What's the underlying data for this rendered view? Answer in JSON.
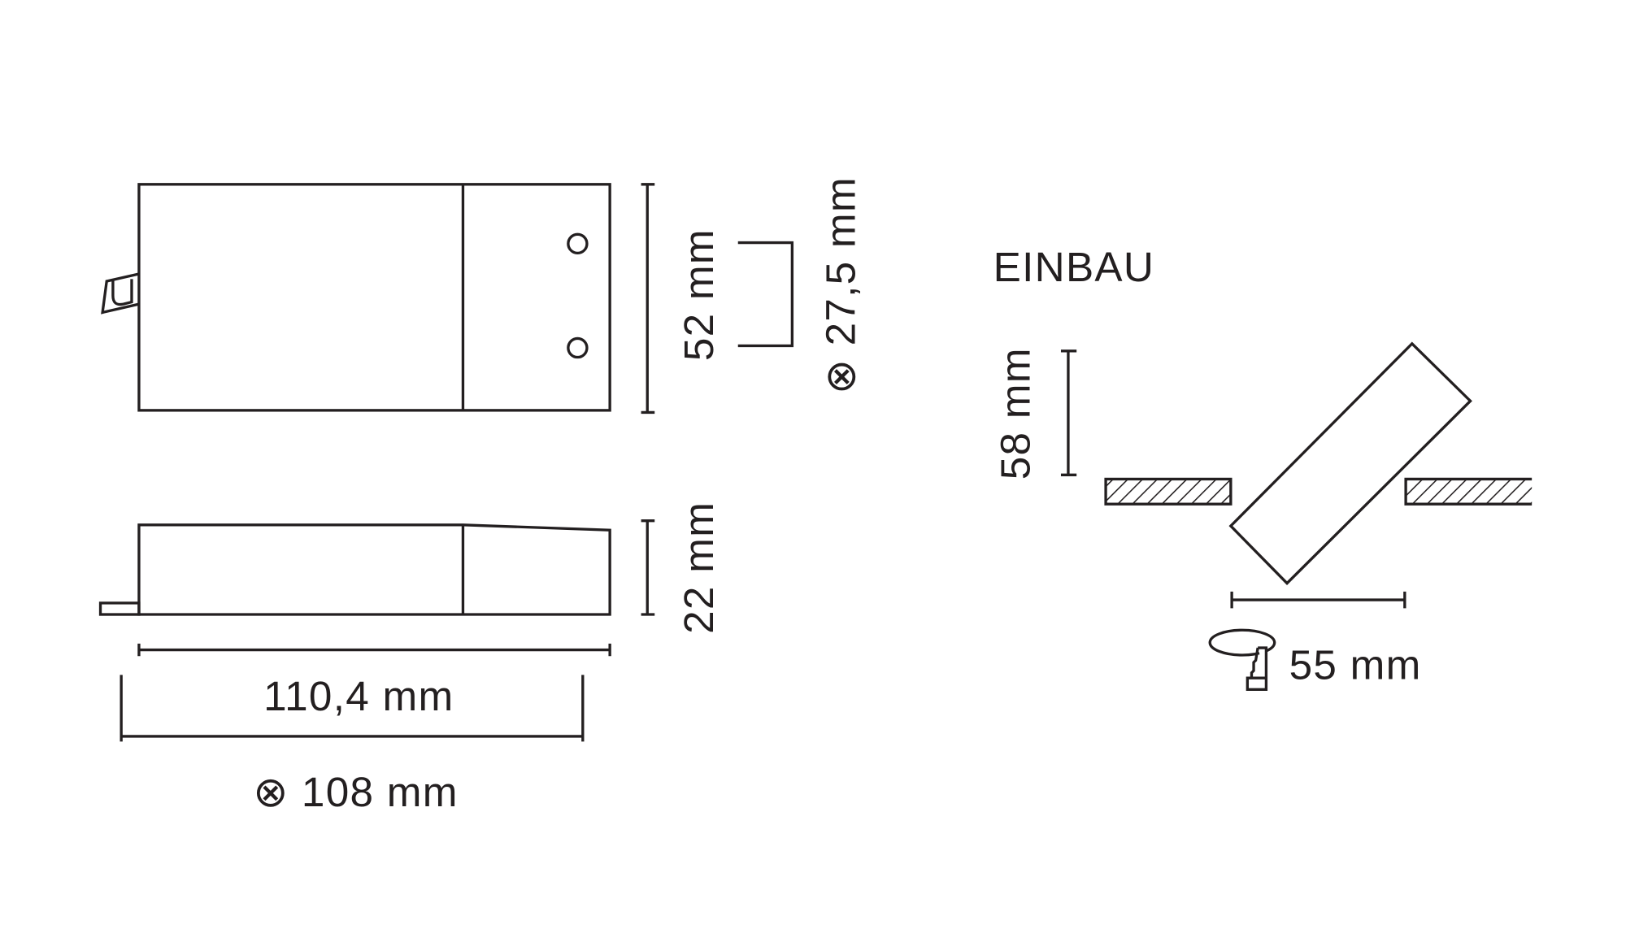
{
  "labels": {
    "height_top": "52 mm",
    "hole_spacing": "⊗ 27,5 mm",
    "height_side": "22 mm",
    "length": "110,4 mm",
    "hole_distance": "⊗ 108 mm",
    "einbau_title": "EINBAU",
    "install_height": "58 mm",
    "cutout_diameter": "55 mm"
  },
  "colors": {
    "line": "#231f20",
    "background": "#ffffff"
  }
}
